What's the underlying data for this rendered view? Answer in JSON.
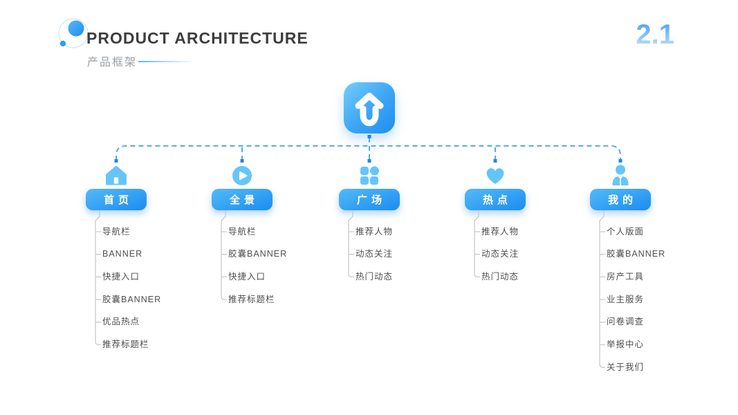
{
  "header": {
    "title": "PRODUCT ARCHITECTURE",
    "subtitle": "产品框架",
    "page_number": "2.1"
  },
  "colors": {
    "accent_blue": "#2b9bf3",
    "branch_icon_blue": "#66c5f8",
    "dashed_line_blue": "#54aaf2",
    "button_gradient_top": "#53baf8",
    "button_gradient_bottom": "#1b8cf0",
    "tree_line_gray": "#c9c9c9",
    "item_text_gray": "#4f4f4f"
  },
  "app_icon": {
    "name": "home-app-icon"
  },
  "branches": [
    {
      "id": "home",
      "label": "首页",
      "icon": "house-icon",
      "items": [
        "导航栏",
        "BANNER",
        "快捷入口",
        "胶囊BANNER",
        "优品热点",
        "推荐标题栏"
      ]
    },
    {
      "id": "panorama",
      "label": "全景",
      "icon": "play-icon",
      "items": [
        "导航栏",
        "胶囊BANNER",
        "快捷入口",
        "推荐标题栏"
      ]
    },
    {
      "id": "plaza",
      "label": "广场",
      "icon": "grid-icon",
      "items": [
        "推荐人物",
        "动态关注",
        "热门动态"
      ]
    },
    {
      "id": "hot",
      "label": "热点",
      "icon": "heart-icon",
      "items": [
        "推荐人物",
        "动态关注",
        "热门动态"
      ]
    },
    {
      "id": "mine",
      "label": "我的",
      "icon": "person-icon",
      "items": [
        "个人版面",
        "胶囊BANNER",
        "房产工具",
        "业主服务",
        "问卷调查",
        "举报中心",
        "关于我们"
      ]
    }
  ]
}
